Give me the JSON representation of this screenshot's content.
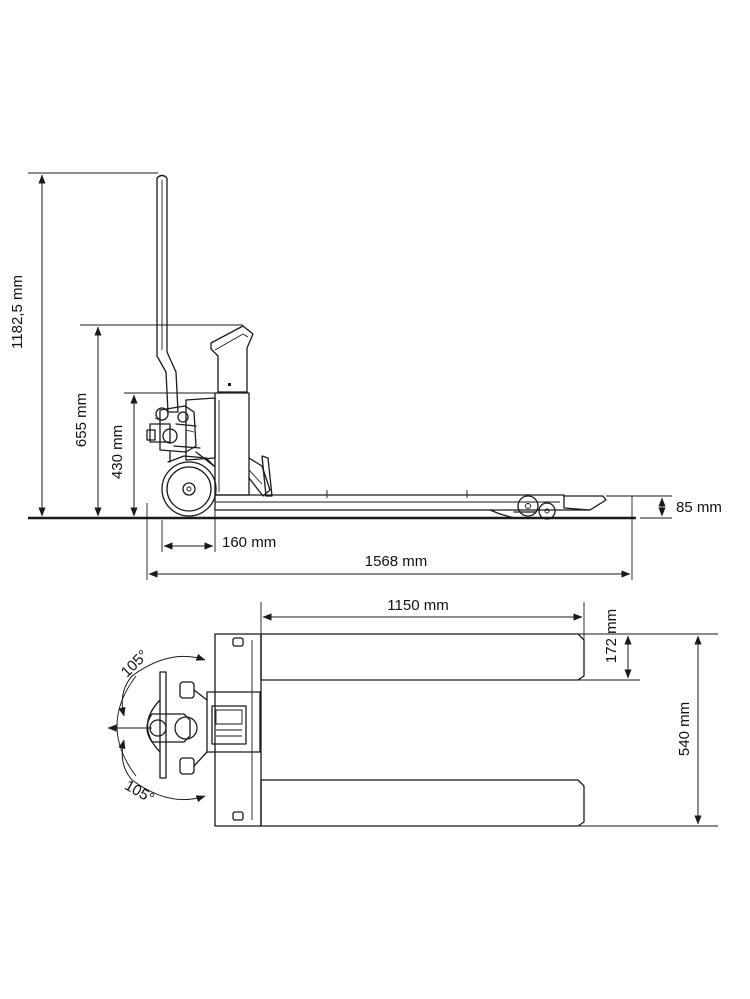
{
  "dimensions": {
    "total_height": "1182,5 mm",
    "handle_height": "655 mm",
    "body_height": "430 mm",
    "wheel_offset": "160 mm",
    "total_length": "1568 mm",
    "fork_height": "85 mm",
    "fork_length": "1150 mm",
    "fork_width": "172 mm",
    "overall_width": "540 mm",
    "steer_angle_top": "105°",
    "steer_angle_bottom": "105°"
  },
  "colors": {
    "line": "#1a1a1a",
    "background": "#ffffff"
  }
}
